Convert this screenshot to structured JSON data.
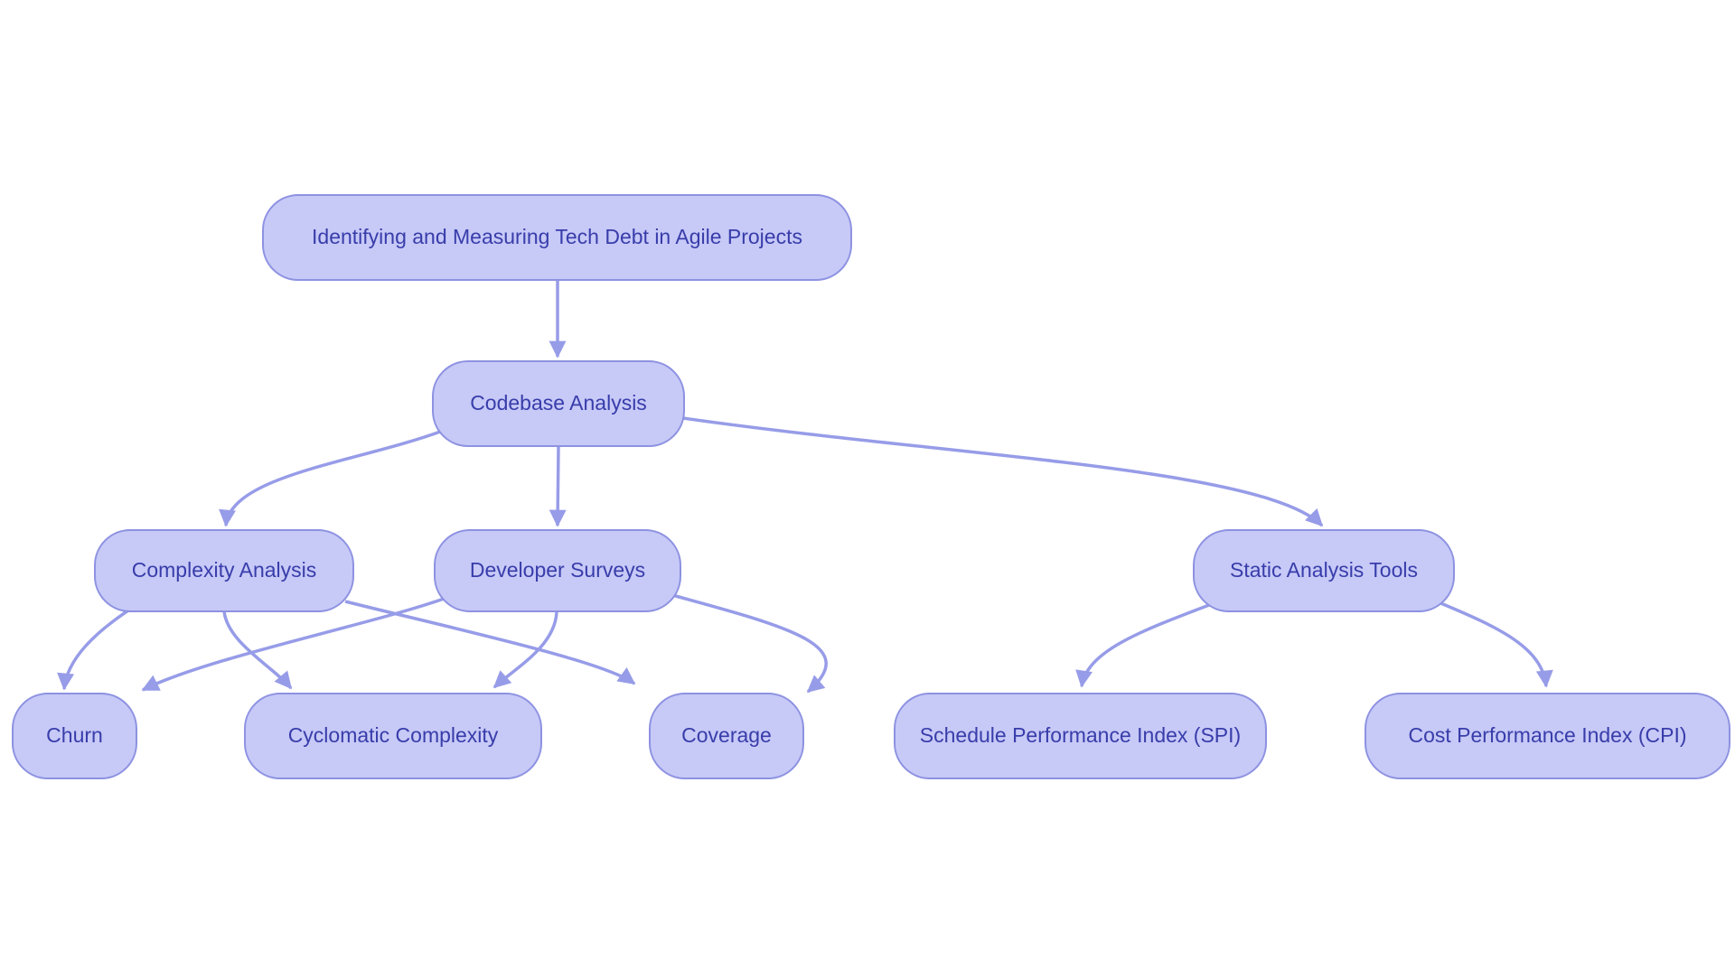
{
  "diagram": {
    "type": "flowchart",
    "direction": "top-down",
    "nodes": {
      "root": {
        "label": "Identifying and Measuring Tech Debt in Agile Projects"
      },
      "codebase_analysis": {
        "label": "Codebase Analysis"
      },
      "complexity_analysis": {
        "label": "Complexity Analysis"
      },
      "developer_surveys": {
        "label": "Developer Surveys"
      },
      "static_analysis_tools": {
        "label": "Static Analysis Tools"
      },
      "churn": {
        "label": "Churn"
      },
      "cyclomatic_complexity": {
        "label": "Cyclomatic Complexity"
      },
      "coverage": {
        "label": "Coverage"
      },
      "spi": {
        "label": "Schedule Performance Index (SPI)"
      },
      "cpi": {
        "label": "Cost Performance Index (CPI)"
      }
    },
    "edges": [
      {
        "from": "root",
        "to": "codebase_analysis"
      },
      {
        "from": "codebase_analysis",
        "to": "complexity_analysis"
      },
      {
        "from": "codebase_analysis",
        "to": "developer_surveys"
      },
      {
        "from": "codebase_analysis",
        "to": "static_analysis_tools"
      },
      {
        "from": "complexity_analysis",
        "to": "churn"
      },
      {
        "from": "complexity_analysis",
        "to": "cyclomatic_complexity"
      },
      {
        "from": "complexity_analysis",
        "to": "coverage"
      },
      {
        "from": "developer_surveys",
        "to": "churn"
      },
      {
        "from": "developer_surveys",
        "to": "cyclomatic_complexity"
      },
      {
        "from": "developer_surveys",
        "to": "coverage"
      },
      {
        "from": "static_analysis_tools",
        "to": "spi"
      },
      {
        "from": "static_analysis_tools",
        "to": "cpi"
      }
    ],
    "colors": {
      "node_fill": "#c7c9f7",
      "node_border": "#8d92e1",
      "node_text": "#383daa",
      "edge": "#979ce8",
      "background": "#ffffff"
    }
  }
}
